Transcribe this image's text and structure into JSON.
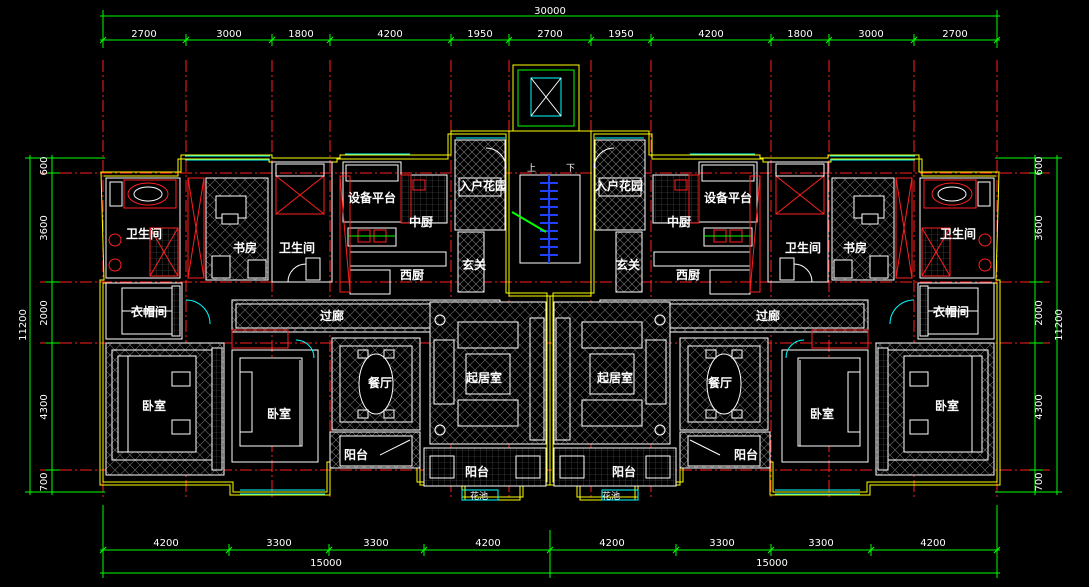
{
  "drawing": {
    "top_dims": {
      "overall": "30000",
      "segments": [
        "2700",
        "3000",
        "1800",
        "4200",
        "1950",
        "2700",
        "1950",
        "4200",
        "1800",
        "3000",
        "2700"
      ]
    },
    "bottom_dims": {
      "segments": [
        "4200",
        "3300",
        "3300",
        "4200",
        "4200",
        "3300",
        "3300",
        "4200"
      ],
      "halves": [
        "15000",
        "15000"
      ]
    },
    "side_dims": {
      "overall": "11200",
      "segments": [
        "600",
        "3600",
        "2000",
        "4300",
        "700"
      ]
    },
    "rooms": {
      "left": {
        "bath1": "卫生间",
        "study": "书房",
        "bath2": "卫生间",
        "equipment": "设备平台",
        "kitchen": "中厨",
        "western_kitchen": "西厨",
        "garden": "入户花园",
        "foyer": "玄关",
        "closet": "衣帽间",
        "corridor": "过廊",
        "bedroom1": "卧室",
        "bedroom2": "卧室",
        "dining": "餐厅",
        "living": "起居室",
        "balcony1": "阳台",
        "balcony2": "阳台",
        "planter": "花池"
      },
      "right": {
        "bath1": "卫生间",
        "study": "书房",
        "bath2": "卫生间",
        "equipment": "设备平台",
        "kitchen": "中厨",
        "western_kitchen": "西厨",
        "garden": "入户花园",
        "foyer": "玄关",
        "closet": "衣帽间",
        "corridor": "过廊",
        "bedroom1": "卧室",
        "bedroom2": "卧室",
        "dining": "餐厅",
        "living": "起居室",
        "balcony1": "阳台",
        "balcony2": "阳台",
        "planter": "花池"
      },
      "stair": {
        "up": "上",
        "down": "下"
      }
    },
    "colors": {
      "background": "#000000",
      "dimension": "#00ff00",
      "axis": "#ff2020",
      "wall": "#ffff00",
      "window": "#00ffff",
      "text": "#ffffff"
    }
  }
}
